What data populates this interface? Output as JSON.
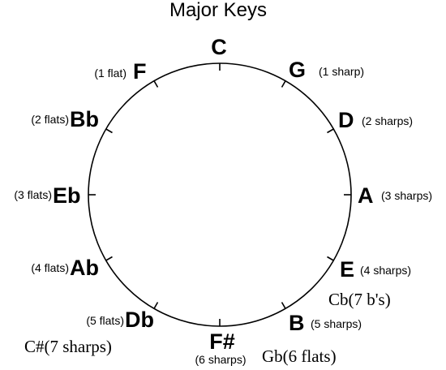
{
  "title": "Major Keys",
  "keys": [
    {
      "name": "C",
      "accidentals": ""
    },
    {
      "name": "G",
      "accidentals": "(1 sharp)"
    },
    {
      "name": "D",
      "accidentals": "(2 sharps)"
    },
    {
      "name": "A",
      "accidentals": "(3 sharps)"
    },
    {
      "name": "E",
      "accidentals": "(4 sharps)"
    },
    {
      "name": "B",
      "accidentals": "(5 sharps)"
    },
    {
      "name": "F#",
      "accidentals": "(6 sharps)"
    },
    {
      "name": "Db",
      "accidentals": "(5 flats)"
    },
    {
      "name": "Ab",
      "accidentals": "(4 flats)"
    },
    {
      "name": "Eb",
      "accidentals": "(3 flats)"
    },
    {
      "name": "Bb",
      "accidentals": "(2 flats)"
    },
    {
      "name": "F",
      "accidentals": "(1 flat)"
    }
  ],
  "enharmonics": {
    "b": "Cb(7 b's)",
    "fsharp": "Gb(6 flats)",
    "db": "C#(7 sharps)"
  },
  "colors": {
    "line": "#000000",
    "text": "#000000",
    "background": "#ffffff"
  }
}
